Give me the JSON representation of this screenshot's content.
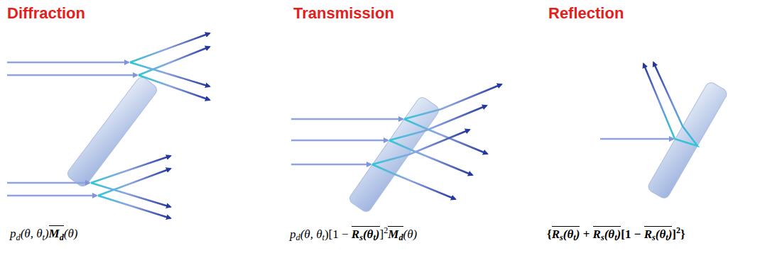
{
  "diagram": {
    "labels": [
      "Diffraction",
      "Transmission",
      "Reflection",
      "p",
      "d",
      "(θ, θ",
      "t",
      ")",
      "M",
      "d",
      "(θ)",
      "p",
      "d",
      "(θ, θ",
      "t",
      ")[1 − ",
      "R",
      "s",
      "(θ",
      "t",
      ")",
      "]",
      "2",
      "M",
      "d",
      "(θ)",
      "{",
      "R",
      "s",
      "(θ",
      "t",
      ")",
      " + ",
      "R",
      "s",
      "(θ",
      "t",
      ")",
      "[1 − ",
      "R",
      "s",
      "(θ",
      "t",
      ")",
      "]",
      "2",
      "}"
    ]
  }
}
